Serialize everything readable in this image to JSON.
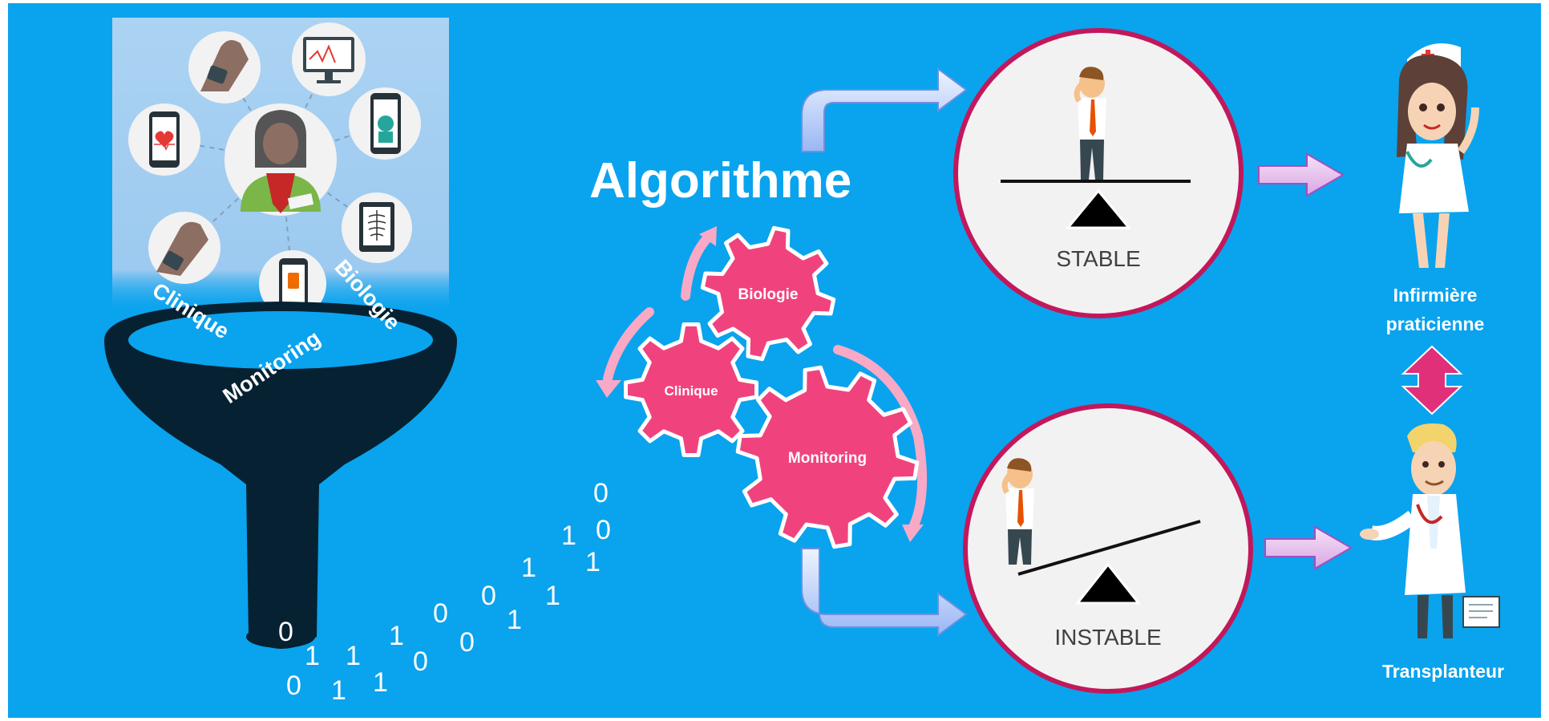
{
  "diagram": {
    "title": "Algorithme",
    "funnel_labels": {
      "clinique": "Clinique",
      "monitoring": "Monitoring",
      "biologie": "Biologie"
    },
    "gears": {
      "biologie": "Biologie",
      "clinique": "Clinique",
      "monitoring": "Monitoring"
    },
    "states": {
      "stable": "STABLE",
      "instable": "INSTABLE"
    },
    "roles": {
      "nurse_line1": "Infirmière",
      "nurse_line2": "praticienne",
      "surgeon": "Transplanteur"
    },
    "binary_digits": [
      "0",
      "1",
      "0",
      "1",
      "1",
      "1",
      "1",
      "0",
      "0",
      "0",
      "1",
      "1",
      "0",
      "1",
      "1",
      "0",
      "1",
      "0"
    ],
    "colors": {
      "background": "#0aa3ee",
      "gear": "#f0437e",
      "circle_border": "#c2185b",
      "arrow_swap": "#e0307a",
      "funnel": "#062232"
    }
  }
}
